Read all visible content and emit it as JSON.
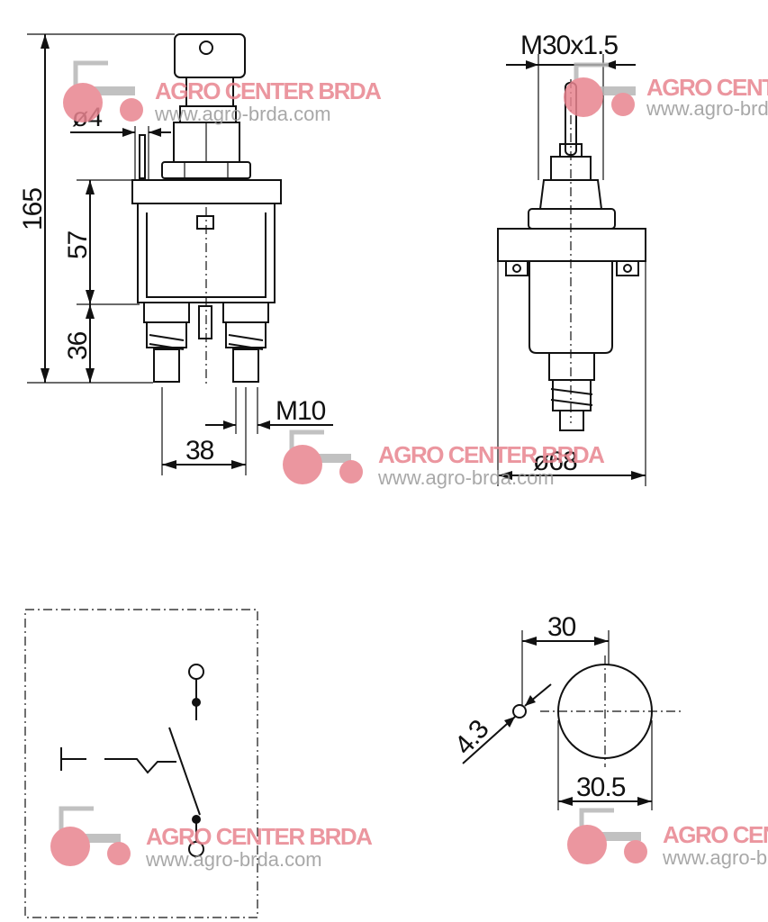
{
  "dimensions": {
    "height_total": "165",
    "height_body": "57",
    "height_terminals": "36",
    "dia_pin": "ø4",
    "thread_main": "M30x1.5",
    "thread_terminal": "M10",
    "terminal_spacing": "38",
    "dia_flange": "ø68",
    "cutout_width": "30",
    "cutout_dia": "30.5",
    "hole_dia": "4.3"
  },
  "watermark": {
    "name": "AGRO CENTER BRDA",
    "url": "www.agro-brda.com",
    "name_color": "#e8848f",
    "url_color": "#9a9a9a"
  }
}
